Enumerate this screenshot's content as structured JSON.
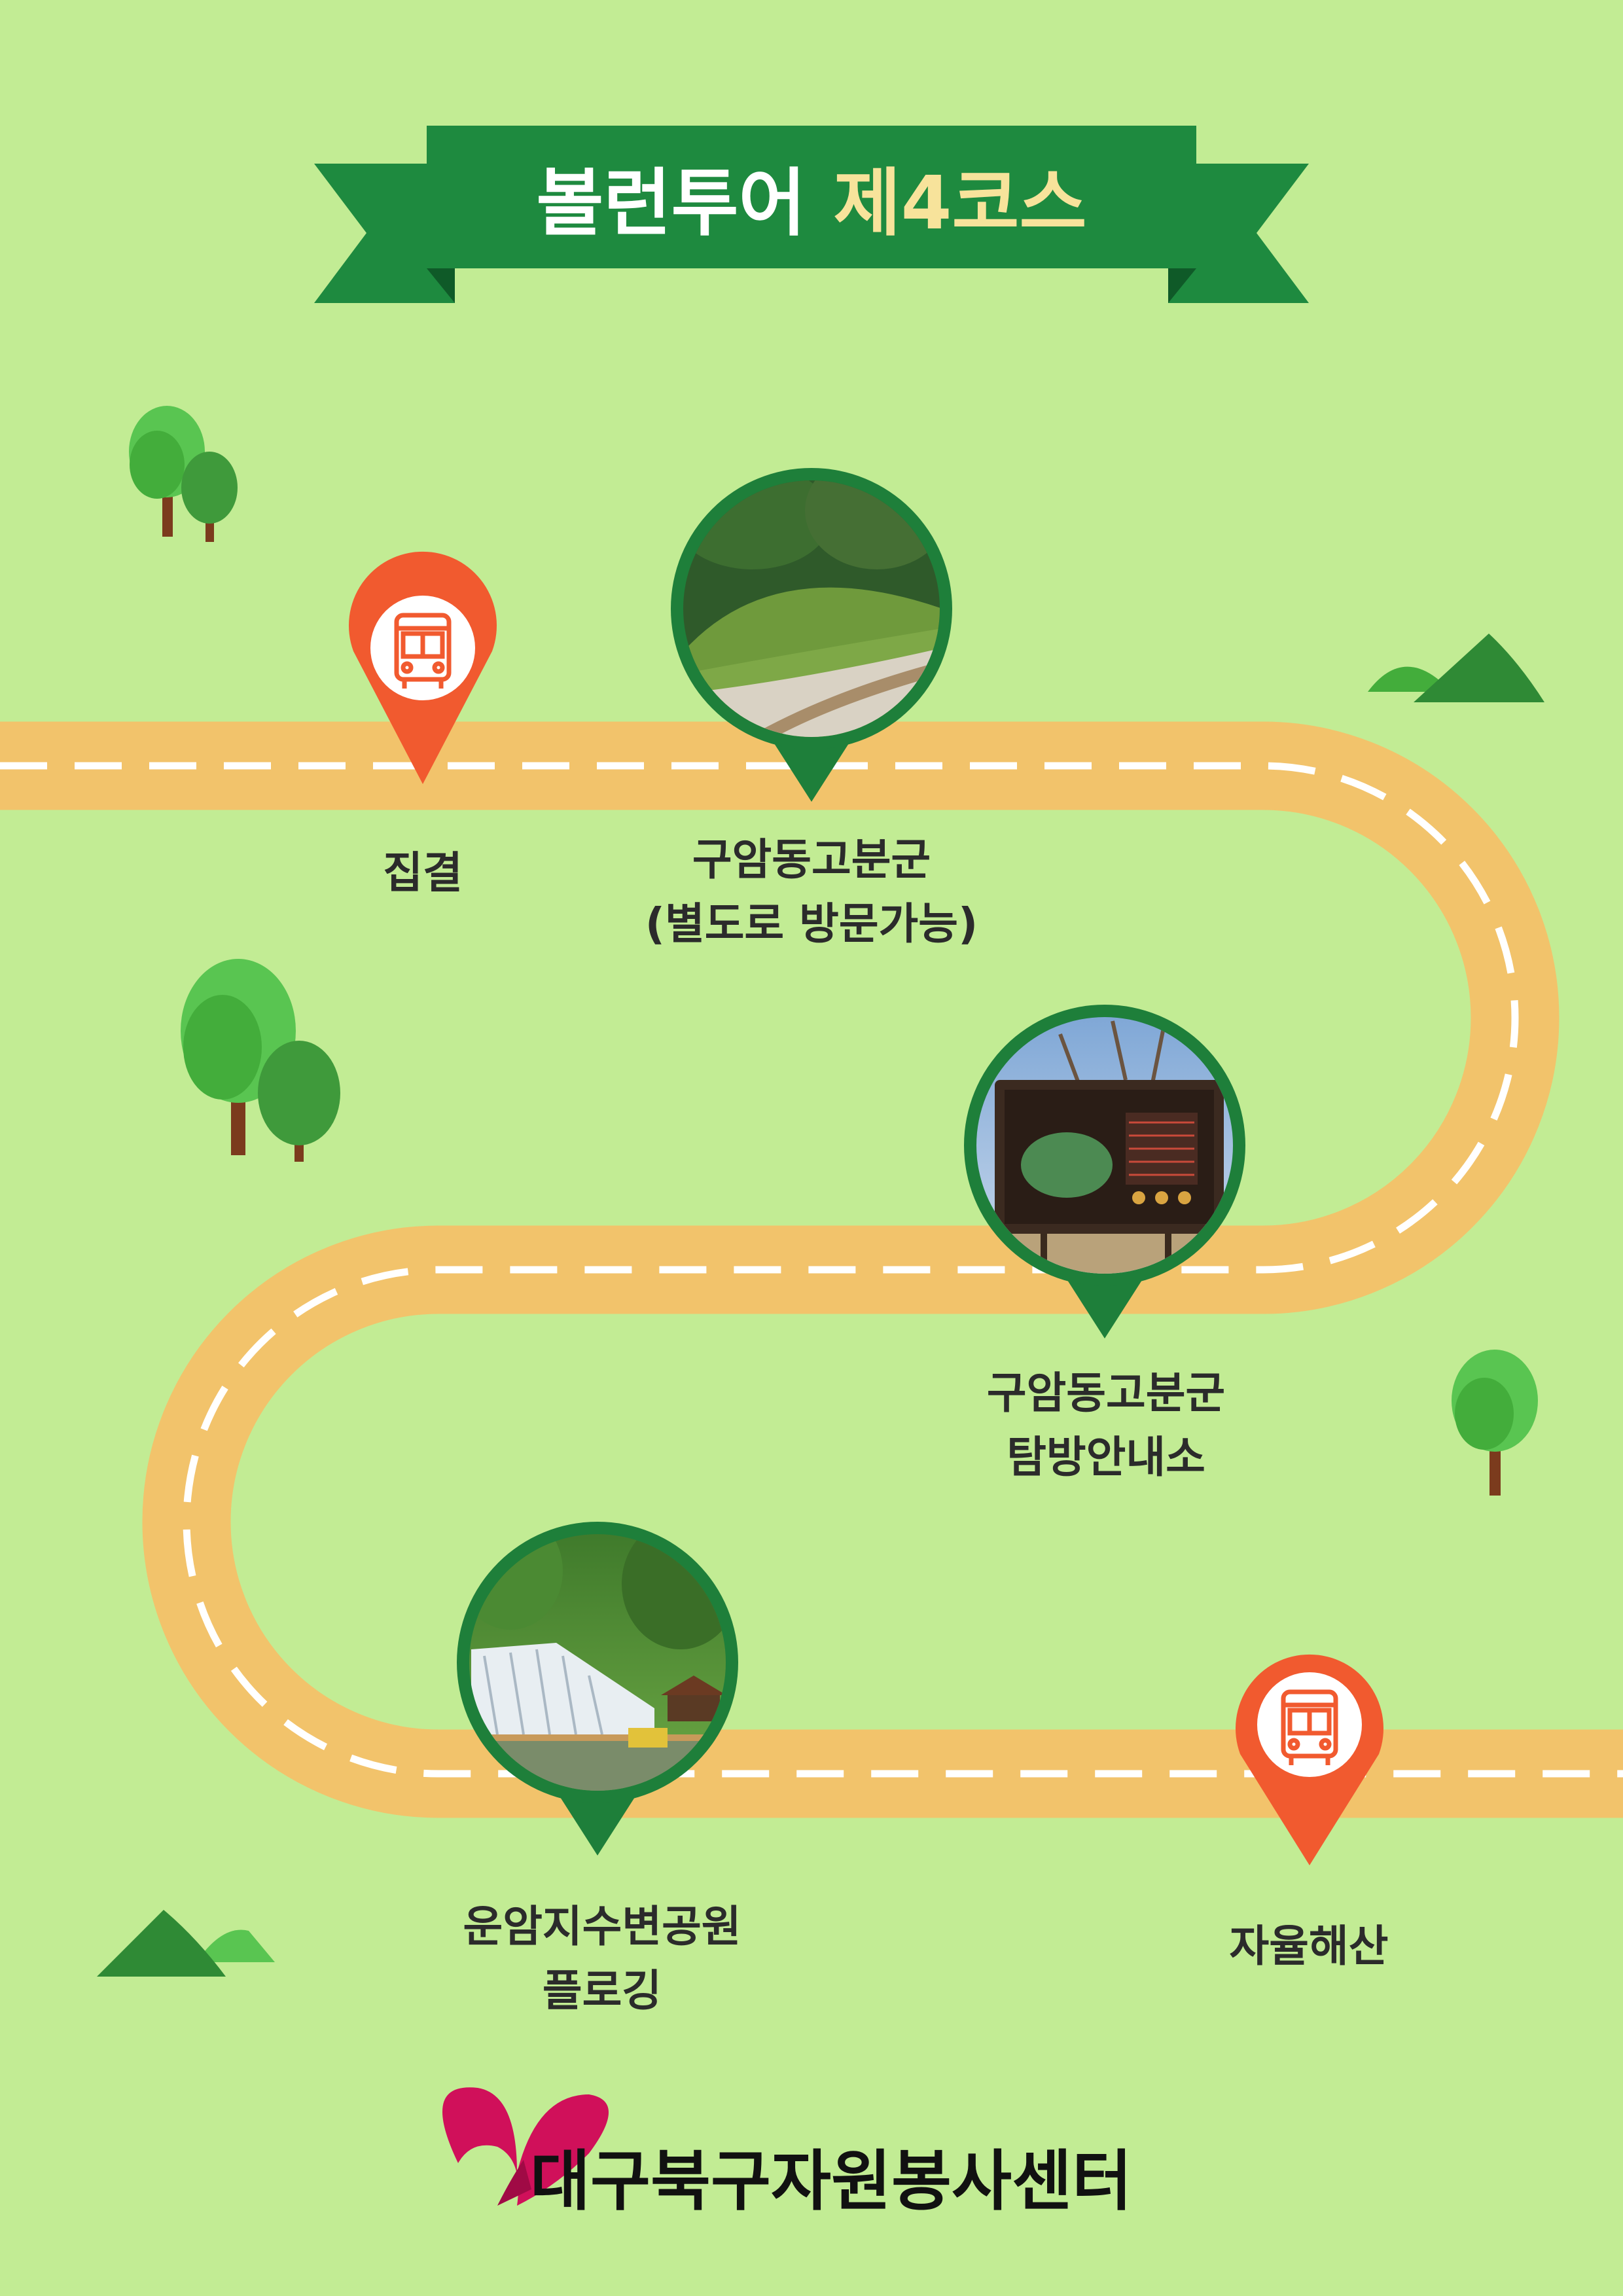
{
  "banner": {
    "title_main": "볼런투어",
    "title_accent": "제4코스"
  },
  "stops": [
    {
      "id": "assembly",
      "lines": [
        "집결"
      ],
      "marker": "bus-icon"
    },
    {
      "id": "guam-tombs",
      "lines": [
        "구암동고분군",
        "(별도로 방문가능)"
      ],
      "marker": "photo-pin"
    },
    {
      "id": "guam-guide",
      "lines": [
        "구암동고분군",
        "탐방안내소"
      ],
      "marker": "photo-pin"
    },
    {
      "id": "unam-park",
      "lines": [
        "운암지수변공원",
        "플로깅"
      ],
      "marker": "photo-pin"
    },
    {
      "id": "dismissal",
      "lines": [
        "자율해산"
      ],
      "marker": "bus-icon"
    }
  ],
  "footer": {
    "org_name": "대구북구자원봉사센터"
  },
  "colors": {
    "background": "#c2ec94",
    "banner_green": "#1e8a3f",
    "banner_dark": "#0f5a28",
    "accent_yellow": "#f7e39b",
    "road": "#f2c36b",
    "road_dash": "#ffffff",
    "bus_pin": "#f15a2f",
    "photo_pin": "#1e7f3a",
    "logo_magenta": "#d0105a"
  }
}
